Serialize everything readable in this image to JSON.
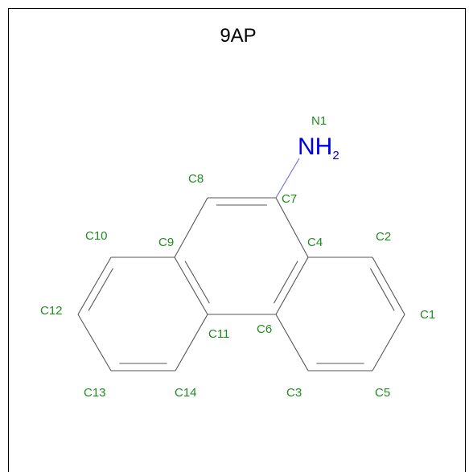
{
  "title": "9AP",
  "colors": {
    "background": "#ffffff",
    "frame": "#000000",
    "bond": "#555555",
    "atom_label": "#1f8c1f",
    "nitrogen": "#0000e6",
    "nitrogen_bond": "#6b6be6"
  },
  "molecule": {
    "amine_group": {
      "main": "NH",
      "subscript": "2"
    },
    "atom_labels": {
      "N1": "N1",
      "C1": "C1",
      "C2": "C2",
      "C3": "C3",
      "C4": "C4",
      "C5": "C5",
      "C6": "C6",
      "C7": "C7",
      "C8": "C8",
      "C9": "C9",
      "C10": "C10",
      "C11": "C11",
      "C12": "C12",
      "C13": "C13",
      "C14": "C14"
    }
  }
}
